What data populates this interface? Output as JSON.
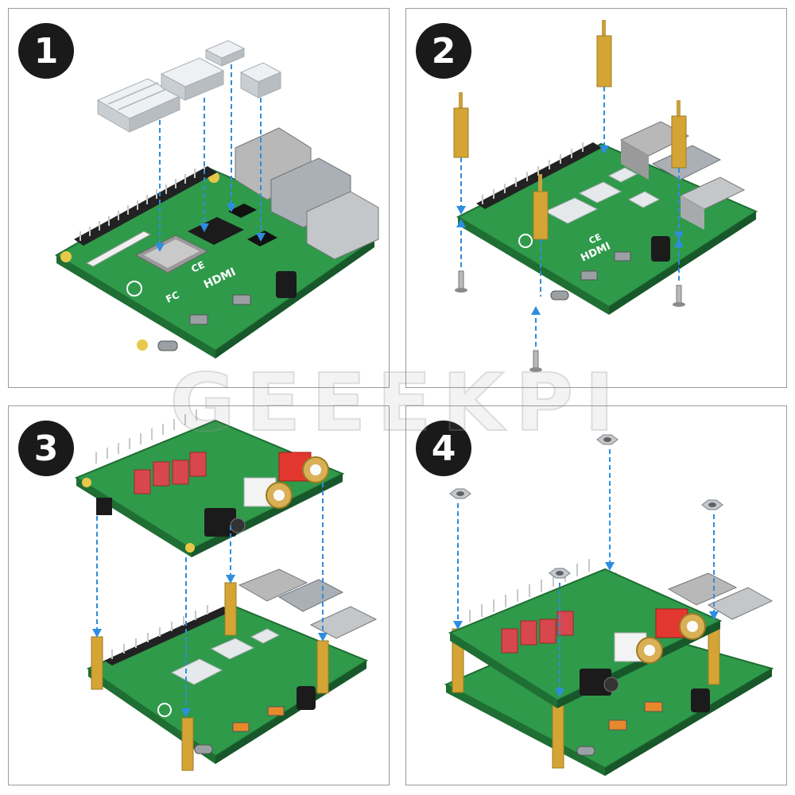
{
  "steps": [
    {
      "number": "1"
    },
    {
      "number": "2"
    },
    {
      "number": "3"
    },
    {
      "number": "4"
    }
  ],
  "watermark": "GEEEKPI",
  "colors": {
    "pcb": "#2f9a4a",
    "pcb_dark": "#1f6e33",
    "arrow": "#2d8ee0",
    "brass": "#d4a535",
    "heatsink": "#d9dde2",
    "rca_red": "#e2372f",
    "capacitor": "#d8474d"
  },
  "board_marking": {
    "hdmi": "HDMI",
    "ce": "CE",
    "fc": "FC"
  }
}
